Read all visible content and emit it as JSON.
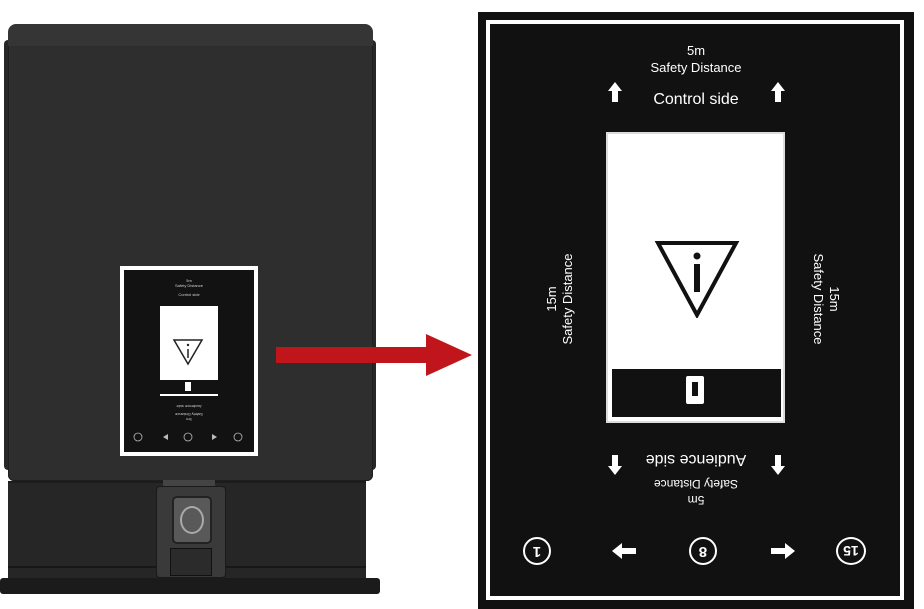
{
  "label": {
    "top_distance": "5m",
    "top_caption": "Safety Distance",
    "control_side": "Control side",
    "left_distance": "15m",
    "left_caption": "Safety Distance",
    "right_distance": "15m",
    "right_caption": "Safety Distance",
    "bottom_distance": "5m",
    "bottom_caption": "Safety Distance",
    "audience_side": "Audience side",
    "pin_left": "1",
    "pin_middle": "8",
    "pin_right": "15"
  },
  "colors": {
    "device_body": "#2e2e2e",
    "label_background": "#111111",
    "label_foreground": "#ffffff",
    "arrow": "#c0161b"
  },
  "icons": [
    "info-warning-triangle-icon",
    "arrow-up-icon",
    "arrow-down-icon",
    "arrow-left-icon",
    "arrow-right-icon",
    "connector-icon"
  ]
}
